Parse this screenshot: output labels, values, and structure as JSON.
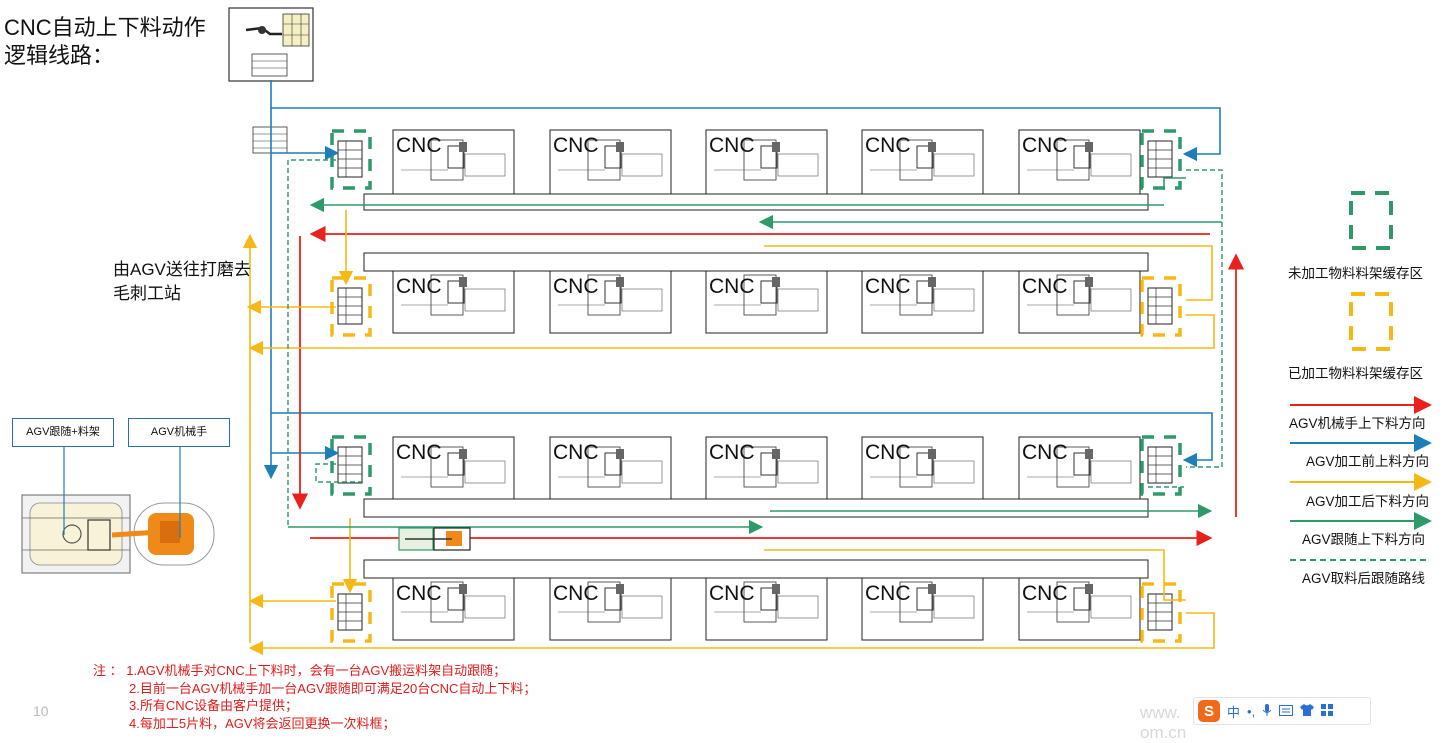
{
  "title": "CNC自动上下料动作逻辑线路：",
  "side_note": "由AGV送往打磨去毛刺工站",
  "cnc_label": "CNC",
  "legend": {
    "unprocessed_buffer": "未加工物料料架缓存区",
    "processed_buffer": "已加工物料料架缓存区",
    "arm_path": "AGV机械手上下料方向",
    "pre_process": "AGV加工前上料方向",
    "post_process": "AGV加工后下料方向",
    "follow_path": "AGV跟随上下料方向",
    "follow_after": "AGV取料后跟随路线"
  },
  "legend_colors": {
    "red": "#e8211d",
    "blue": "#1e7fb8",
    "yellow": "#f5b815",
    "green": "#2e9a6a"
  },
  "labels": {
    "agv_follow_rack": "AGV跟随+料架",
    "agv_arm": "AGV机械手"
  },
  "notes": [
    "注 ： 1.AGV机械手对CNC上下料时，会有一台AGV搬运料架自动跟随；",
    "2.目前一台AGV机械手加一台AGV跟随即可满足20台CNC自动上下料；",
    "3.所有CNC设备由客户提供；",
    "4.每加工5片料，AGV将会返回更换一次料框；"
  ],
  "page_number": "10",
  "watermark": "www.",
  "watermark_tail": "om.cn",
  "ime": {
    "logo": "S",
    "lang": "中",
    "punct": "•,",
    "mic": "mic-icon",
    "keyboard": "keyboard-icon",
    "skin": "shirt-icon",
    "grid": "grid-icon"
  }
}
